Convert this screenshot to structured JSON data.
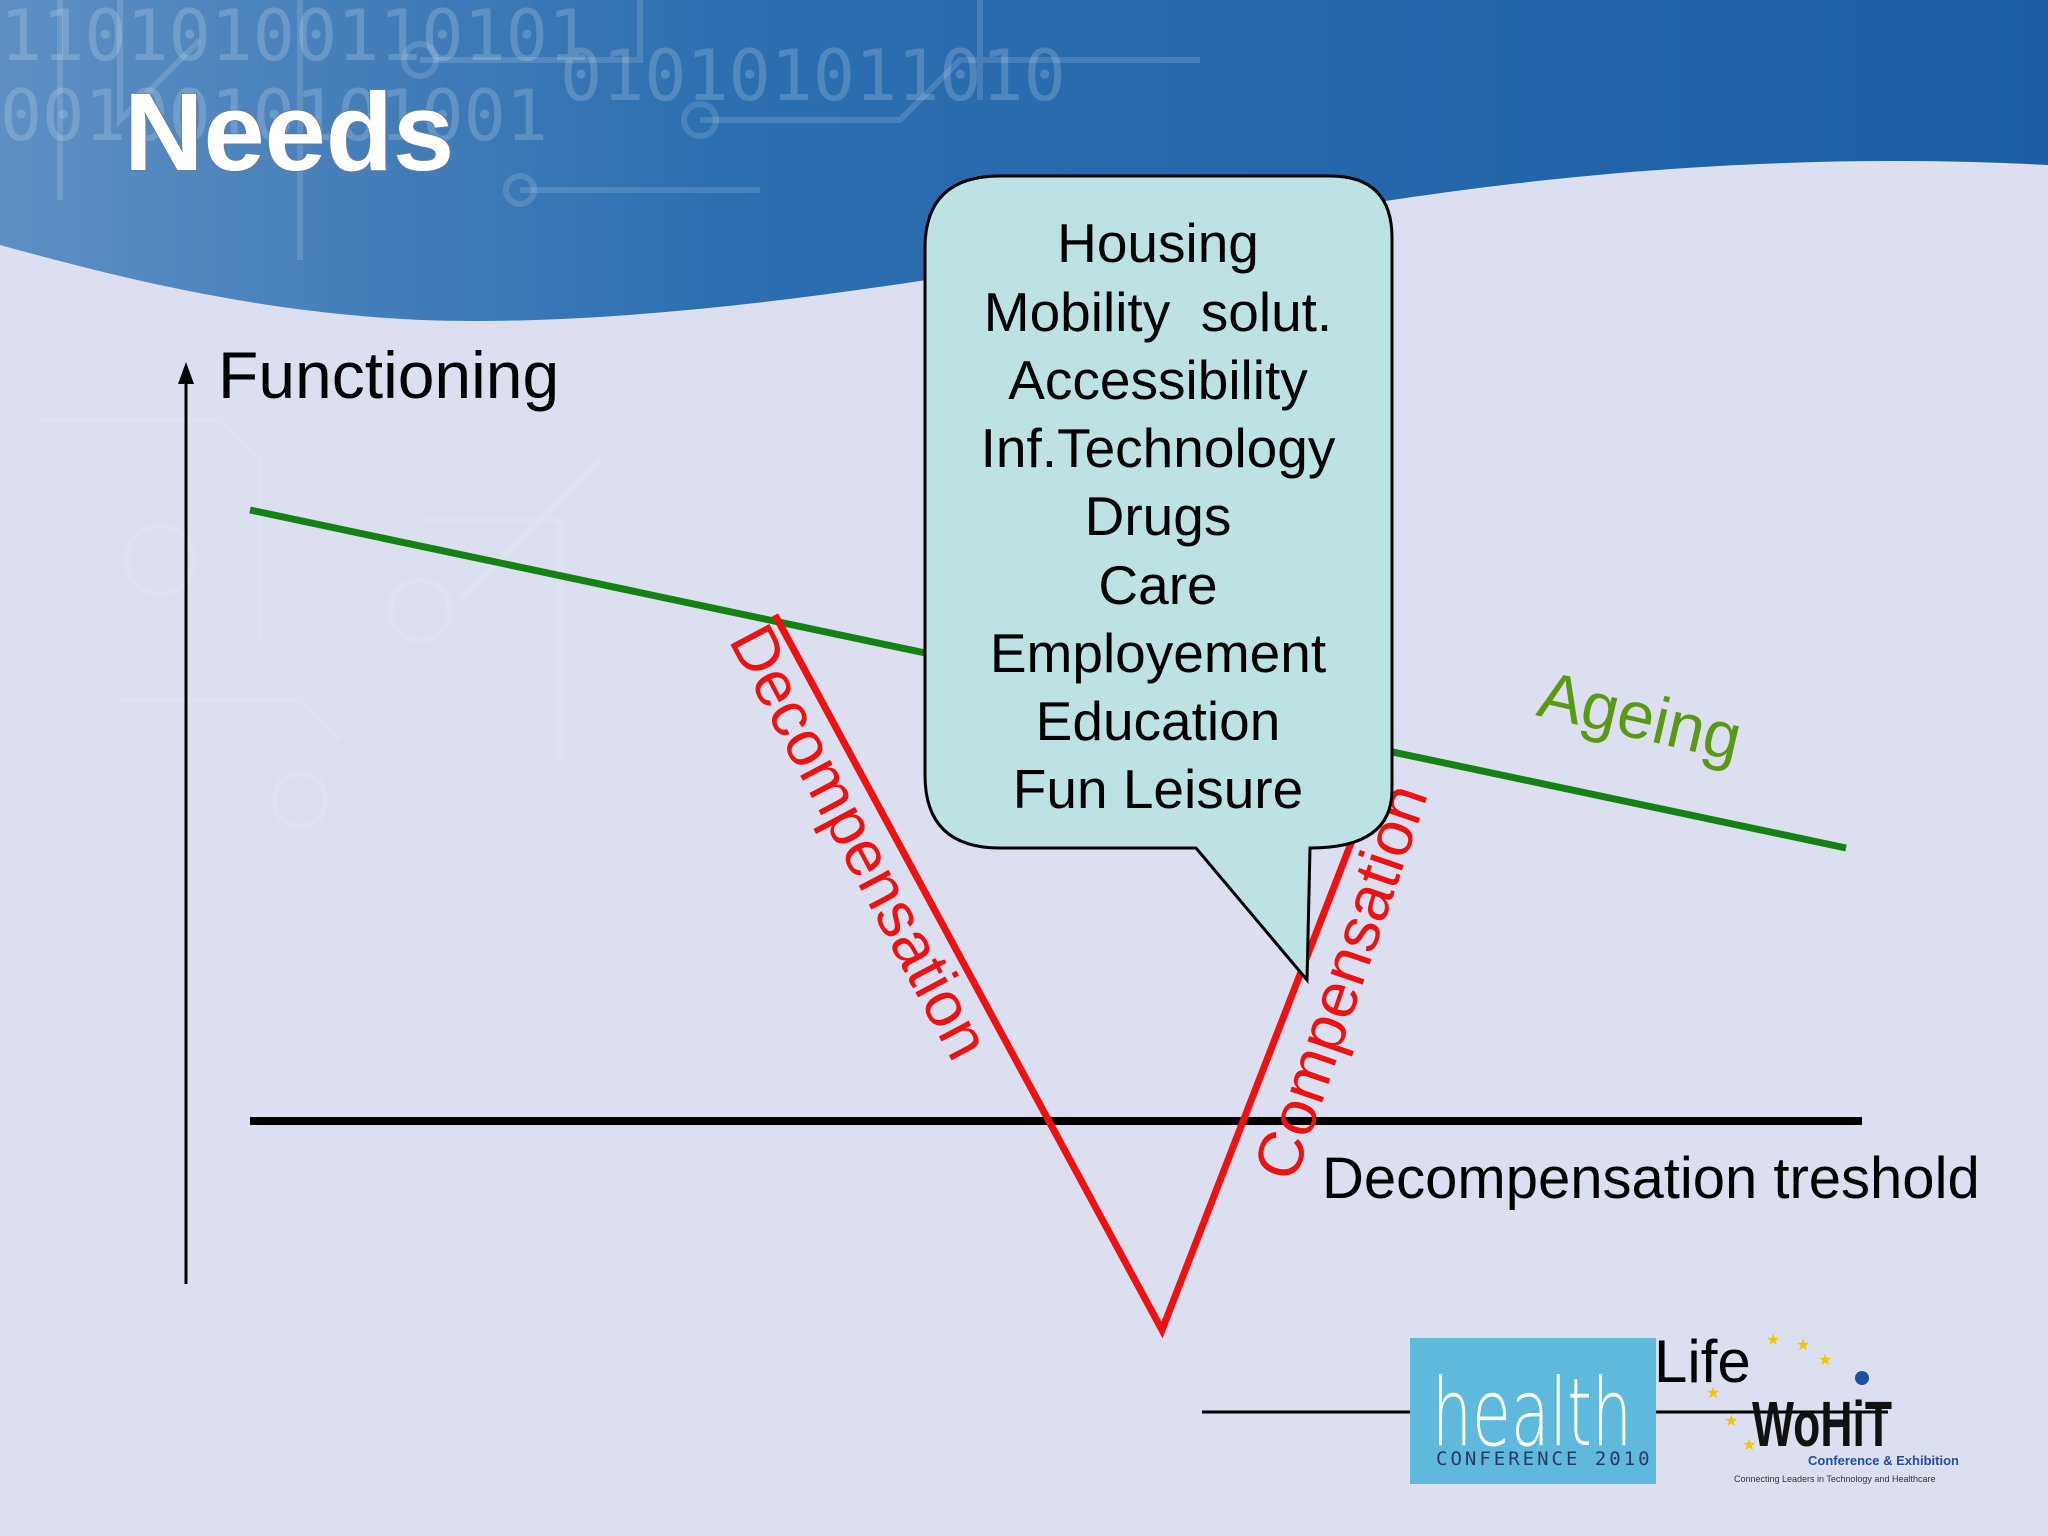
{
  "slide": {
    "title": "Needs",
    "colors": {
      "header_blue": "#1f68ad",
      "background": "#dcdff0",
      "ageing_line": "#138213",
      "decompensation_line": "#ee1111",
      "threshold_line": "#000000",
      "bubble_fill": "#bde2e3"
    }
  },
  "diagram": {
    "y_axis_label": "Functioning",
    "ageing_label": "Ageing",
    "decompensation_label": "Decompensation",
    "compensation_label": "Compensation",
    "threshold_label": "Decompensation treshold",
    "needs": {
      "items": [
        "Housing",
        "Mobility  solut.",
        "Accessibility",
        "Inf.Technology",
        "Drugs",
        "Care",
        "Employement",
        "Education",
        "Fun Leisure"
      ]
    }
  },
  "logos": {
    "health": {
      "word": "health",
      "subtitle": "CONFERENCE 2010"
    },
    "lifewhit": {
      "life": "Life",
      "whit": "WoHiT",
      "tagline": "Conference & Exhibition",
      "subline": "Connecting Leaders in Technology and Healthcare"
    }
  }
}
